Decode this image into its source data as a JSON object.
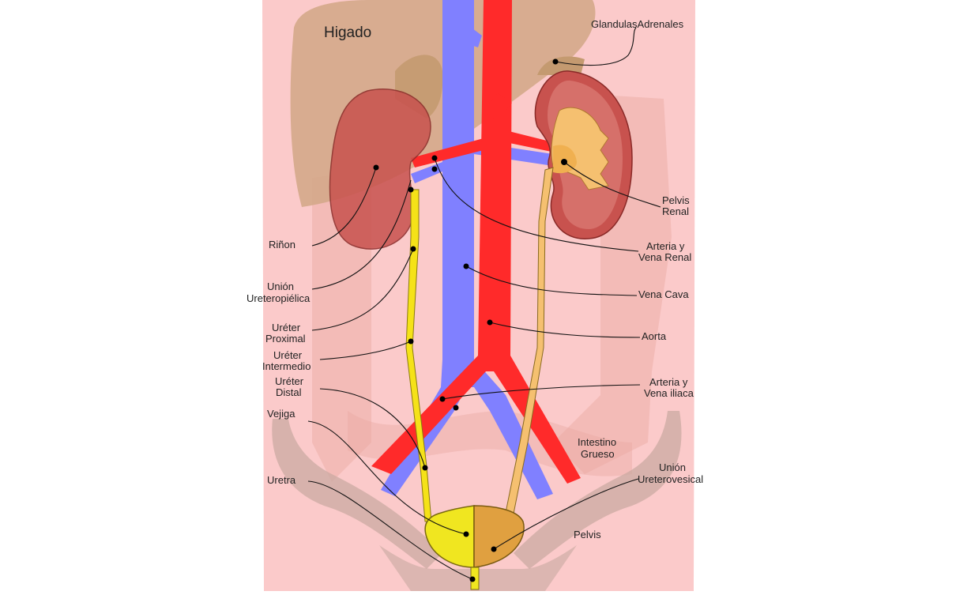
{
  "labels": {
    "higado": "Higado",
    "glandulas": "GlandulasAdrenales",
    "pelvis_renal_1": "Pelvis",
    "pelvis_renal_2": "Renal",
    "arteria_vena_renal_1": "Arteria y",
    "arteria_vena_renal_2": "Vena Renal",
    "vena_cava": "Vena Cava",
    "aorta": "Aorta",
    "arteria_vena_iliaca_1": "Arteria y",
    "arteria_vena_iliaca_2": "Vena iliaca",
    "intestino_1": "Intestino",
    "intestino_2": "Grueso",
    "union_uv_1": "Unión",
    "union_uv_2": "Ureterovesical",
    "pelvis": "Pelvis",
    "rinon": "Riñon",
    "union_up_1": "Unión",
    "union_up_2": "Ureteropiélica",
    "ureter_prox_1": "Uréter",
    "ureter_prox_2": "Proximal",
    "ureter_inter_1": "Uréter",
    "ureter_inter_2": "Intermedio",
    "ureter_distal_1": "Uréter",
    "ureter_distal_2": "Distal",
    "vejiga": "Vejiga",
    "uretra": "Uretra"
  },
  "colors": {
    "body": "#fbcaca",
    "liver": "#d4a98a",
    "kidney": "#c8524e",
    "artery": "#ff2a2a",
    "vein": "#8080ff",
    "ureter": "#f5e218",
    "bladder": "#f0e620",
    "bone": "#c8a8a0"
  }
}
